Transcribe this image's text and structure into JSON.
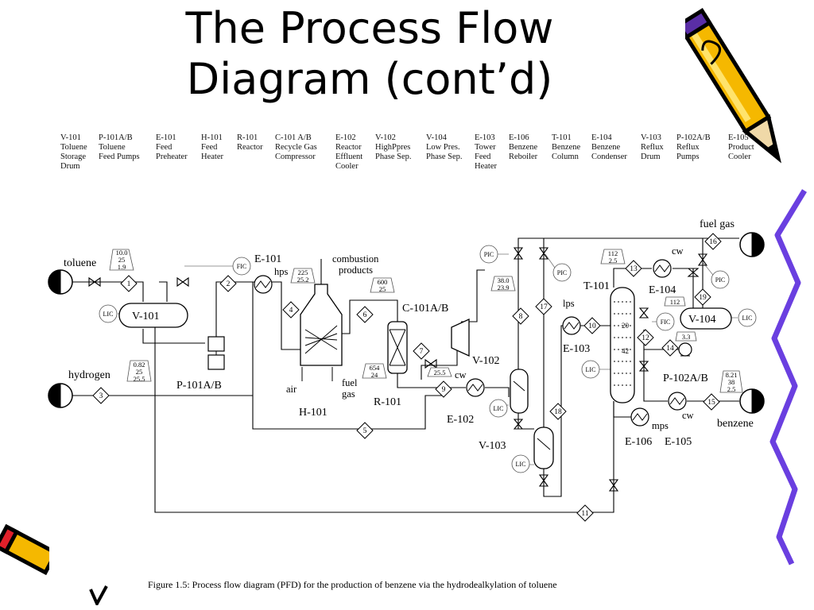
{
  "title": "The Process Flow Diagram (cont’d)",
  "legend": [
    {
      "tag": "V-101",
      "desc": "Toluene\nStorage\nDrum"
    },
    {
      "tag": "P-101A/B",
      "desc": "Toluene\nFeed Pumps"
    },
    {
      "tag": "E-101",
      "desc": "Feed\nPreheater"
    },
    {
      "tag": "H-101",
      "desc": "Feed\nHeater"
    },
    {
      "tag": "R-101",
      "desc": "Reactor"
    },
    {
      "tag": "C-101 A/B",
      "desc": "Recycle Gas\nCompressor"
    },
    {
      "tag": "E-102",
      "desc": "Reactor\nEffluent\nCooler"
    },
    {
      "tag": "V-102",
      "desc": "HighPpres\nPhase Sep."
    },
    {
      "tag": "V-104",
      "desc": "Low Pres.\nPhase Sep."
    },
    {
      "tag": "E-103",
      "desc": "Tower\nFeed\nHeater"
    },
    {
      "tag": "E-106",
      "desc": "Benzene\nReboiler"
    },
    {
      "tag": "T-101",
      "desc": "Benzene\nColumn"
    },
    {
      "tag": "E-104",
      "desc": "Benzene\nCondenser"
    },
    {
      "tag": "V-103",
      "desc": "Reflux\nDrum"
    },
    {
      "tag": "P-102A/B",
      "desc": "Reflux\nPumps"
    },
    {
      "tag": "E-105",
      "desc": "Product\nCooler"
    }
  ],
  "diagram": {
    "feeds": {
      "toluene": "toluene",
      "hydrogen": "hydrogen",
      "fuel_gas": "fuel gas",
      "benzene": "benzene"
    },
    "equipment": {
      "v101": "V-101",
      "p101": "P-101A/B",
      "e101": "E-101",
      "h101": "H-101",
      "r101": "R-101",
      "c101": "C-101A/B",
      "v102": "V-102",
      "e102": "E-102",
      "v103": "V-103",
      "e103": "E-103",
      "t101": "T-101",
      "e104": "E-104",
      "v104": "V-104",
      "p102": "P-102A/B",
      "e106": "E-106",
      "e105": "E-105"
    },
    "utilities": {
      "hps": "hps",
      "lps": "lps",
      "mps": "mps",
      "cw": "cw",
      "air": "air",
      "fuel": "fuel",
      "gas": "gas",
      "combustion": "combustion",
      "products": "products"
    },
    "tray_numbers": {
      "t20": "20",
      "t42": "42"
    },
    "instruments": {
      "fic": "FIC",
      "lic": "LIC",
      "pic": "PIC"
    },
    "streams": [
      "1",
      "2",
      "3",
      "4",
      "5",
      "6",
      "7",
      "8",
      "9",
      "10",
      "11",
      "12",
      "13",
      "14",
      "15",
      "16",
      "17",
      "18",
      "19"
    ],
    "flags": {
      "s1": [
        "10.0",
        "25",
        "1.9"
      ],
      "s2": [
        "225",
        "25.2"
      ],
      "s3": [
        "0.82",
        "25",
        "25.5"
      ],
      "s6": [
        "600",
        "25"
      ],
      "s7": [
        "654",
        "24"
      ],
      "s7b": [
        "25.5"
      ],
      "s8": [
        "38.0",
        "23.9"
      ],
      "s13": [
        "112",
        "2.5"
      ],
      "s19": [
        "112"
      ],
      "s14": [
        "3.3"
      ],
      "s15": [
        "8.21",
        "38",
        "2.5"
      ]
    }
  },
  "caption": "Figure 1.5:  Process flow diagram (PFD) for the production of benzene via the hydrodealkylation of toluene"
}
